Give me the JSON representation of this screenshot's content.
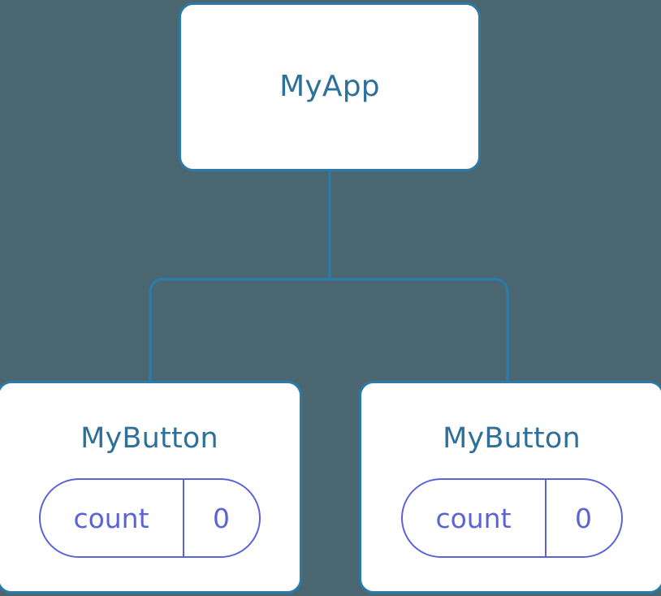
{
  "diagram": {
    "title": "component-tree",
    "background_color": "#4a6671",
    "edge_color": "#2b7aa8",
    "node_border_color": "#2b7aa8",
    "node_title_color": "#2e7099",
    "state_accent_color": "#5b63d6",
    "root": {
      "label": "MyApp"
    },
    "children": [
      {
        "label": "MyButton",
        "state": {
          "key": "count",
          "value": "0"
        }
      },
      {
        "label": "MyButton",
        "state": {
          "key": "count",
          "value": "0"
        }
      }
    ]
  }
}
